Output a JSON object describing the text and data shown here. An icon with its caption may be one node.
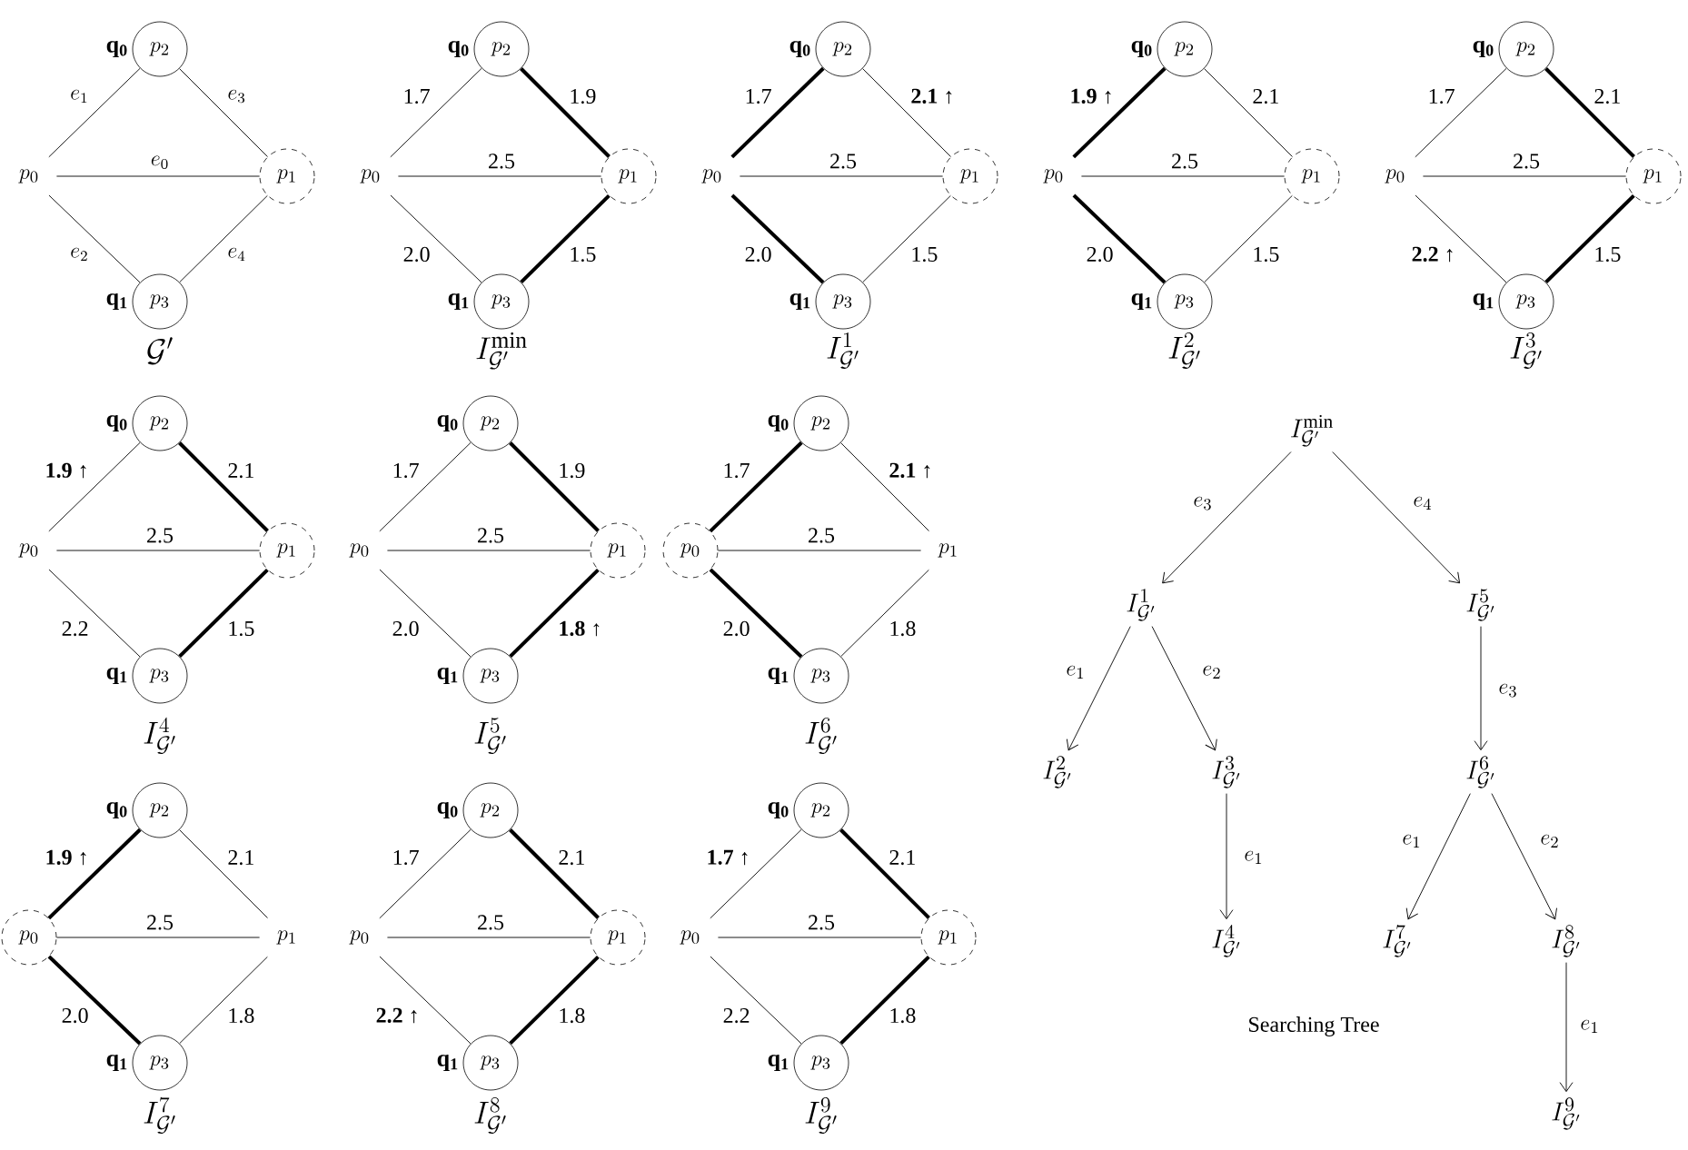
{
  "diagram": {
    "nodes": [
      {
        "text": [
          "p_2"
        ],
        "beside": [
          "\\mathbf{q_0}"
        ]
      },
      {
        "text": [
          "p_0"
        ]
      },
      {
        "text": [
          "p_1"
        ]
      },
      {
        "text": [
          "p_3"
        ],
        "beside": [
          "\\mathbf{q_1}"
        ]
      },
      {
        "text": [
          "p_2"
        ],
        "beside": [
          "\\mathbf{q_0}"
        ]
      },
      {
        "text": [
          "p_0"
        ]
      },
      {
        "text": [
          "p_1"
        ]
      },
      {
        "text": [
          "p_3"
        ],
        "beside": [
          "\\mathbf{q_1}"
        ]
      },
      {
        "text": [
          "p_2"
        ],
        "beside": [
          "\\mathbf{q_0}"
        ]
      },
      {
        "text": [
          "p_0"
        ]
      },
      {
        "text": [
          "p_1"
        ]
      },
      {
        "text": [
          "p_3"
        ],
        "beside": [
          "\\mathbf{q_1}"
        ]
      },
      {
        "text": [
          "p_2"
        ],
        "beside": [
          "\\mathbf{q_0}"
        ]
      },
      {
        "text": [
          "p_0"
        ]
      },
      {
        "text": [
          "p_1"
        ]
      },
      {
        "text": [
          "p_3"
        ],
        "beside": [
          "\\mathbf{q_1}"
        ]
      },
      {
        "text": [
          "p_2"
        ],
        "beside": [
          "\\mathbf{q_0}"
        ]
      },
      {
        "text": [
          "p_0"
        ]
      },
      {
        "text": [
          "p_1"
        ]
      },
      {
        "text": [
          "p_3"
        ],
        "beside": [
          "\\mathbf{q_1}"
        ]
      },
      {
        "text": [
          "p_2"
        ],
        "beside": [
          "\\mathbf{q_0}"
        ]
      },
      {
        "text": [
          "p_0"
        ]
      },
      {
        "text": [
          "p_1"
        ]
      },
      {
        "text": [
          "p_3"
        ],
        "beside": [
          "\\mathbf{q_1}"
        ]
      },
      {
        "text": [
          "p_2"
        ],
        "beside": [
          "\\mathbf{q_0}"
        ]
      },
      {
        "text": [
          "p_0"
        ]
      },
      {
        "text": [
          "p_1"
        ]
      },
      {
        "text": [
          "p_3"
        ],
        "beside": [
          "\\mathbf{q_1}"
        ]
      },
      {
        "text": [
          "p_2"
        ],
        "beside": [
          "\\mathbf{q_0}"
        ]
      },
      {
        "text": [
          "p_0"
        ]
      },
      {
        "text": [
          "p_1"
        ]
      },
      {
        "text": [
          "p_3"
        ],
        "beside": [
          "\\mathbf{q_1}"
        ]
      },
      {
        "text": [
          "p_2"
        ],
        "beside": [
          "\\mathbf{q_0}"
        ]
      },
      {
        "text": [
          "p_0"
        ]
      },
      {
        "text": [
          "p_1"
        ]
      },
      {
        "text": [
          "p_3"
        ],
        "beside": [
          "\\mathbf{q_1}"
        ]
      },
      {
        "text": [
          "p_2"
        ],
        "beside": [
          "\\mathbf{q_0}"
        ]
      },
      {
        "text": [
          "p_0"
        ]
      },
      {
        "text": [
          "p_1"
        ]
      },
      {
        "text": [
          "p_3"
        ],
        "beside": [
          "\\mathbf{q_1}"
        ]
      },
      {
        "text": [
          "p_2"
        ],
        "beside": [
          "\\mathbf{q_0}"
        ]
      },
      {
        "text": [
          "p_0"
        ]
      },
      {
        "text": [
          "p_1"
        ]
      },
      {
        "text": [
          "p_3"
        ],
        "beside": [
          "\\mathbf{q_1}"
        ]
      },
      {
        "text": [
          "I_{\\mathcal{G}'}^{\\min}"
        ]
      },
      {
        "text": [
          "I_{\\mathcal{G}'}^{1}"
        ]
      },
      {
        "text": [
          "I_{\\mathcal{G}'}^{5}"
        ]
      },
      {
        "text": [
          "I_{\\mathcal{G}'}^{2}"
        ]
      },
      {
        "text": [
          "I_{\\mathcal{G}'}^{3}"
        ]
      },
      {
        "text": [
          "I_{\\mathcal{G}'}^{6}"
        ]
      },
      {
        "text": [
          "I_{\\mathcal{G}'}^{4}"
        ]
      },
      {
        "text": [
          "I_{\\mathcal{G}'}^{7}"
        ]
      },
      {
        "text": [
          "I_{\\mathcal{G}'}^{8}"
        ]
      },
      {
        "text": [
          "I_{\\mathcal{G}'}^{9}"
        ]
      }
    ],
    "edges": [
      {
        "from": 1,
        "to": 0,
        "arrow": "none",
        "label": "e_1"
      },
      {
        "from": 0,
        "to": 2,
        "arrow": "none",
        "label": "e_3"
      },
      {
        "from": 1,
        "to": 2,
        "arrow": "none",
        "label": "e_0"
      },
      {
        "from": 1,
        "to": 3,
        "arrow": "none",
        "label": "e_2"
      },
      {
        "from": 3,
        "to": 2,
        "arrow": "none",
        "label": "e_4"
      },
      {
        "from": 5,
        "to": 4,
        "arrow": "none",
        "label": "1.7"
      },
      {
        "from": 4,
        "to": 6,
        "arrow": "none",
        "label": "1.9",
        "style": "thick"
      },
      {
        "from": 5,
        "to": 6,
        "arrow": "none",
        "label": "2.5"
      },
      {
        "from": 5,
        "to": 7,
        "arrow": "none",
        "label": "2.0"
      },
      {
        "from": 7,
        "to": 6,
        "arrow": "none",
        "label": "1.5",
        "style": "thick"
      },
      {
        "from": 9,
        "to": 8,
        "arrow": "none",
        "label": "1.7",
        "style": "thick"
      },
      {
        "from": 8,
        "to": 10,
        "arrow": "none",
        "label": "**2.1** ↑"
      },
      {
        "from": 9,
        "to": 10,
        "arrow": "none",
        "label": "2.5"
      },
      {
        "from": 9,
        "to": 11,
        "arrow": "none",
        "label": "2.0",
        "style": "thick"
      },
      {
        "from": 11,
        "to": 10,
        "arrow": "none",
        "label": "1.5"
      },
      {
        "from": 13,
        "to": 12,
        "arrow": "none",
        "label": "**1.9** ↑",
        "style": "thick"
      },
      {
        "from": 12,
        "to": 14,
        "arrow": "none",
        "label": "2.1"
      },
      {
        "from": 13,
        "to": 14,
        "arrow": "none",
        "label": "2.5"
      },
      {
        "from": 13,
        "to": 15,
        "arrow": "none",
        "label": "2.0",
        "style": "thick"
      },
      {
        "from": 15,
        "to": 14,
        "arrow": "none",
        "label": "1.5"
      },
      {
        "from": 17,
        "to": 16,
        "arrow": "none",
        "label": "1.7"
      },
      {
        "from": 16,
        "to": 18,
        "arrow": "none",
        "label": "2.1",
        "style": "thick"
      },
      {
        "from": 17,
        "to": 18,
        "arrow": "none",
        "label": "2.5"
      },
      {
        "from": 17,
        "to": 19,
        "arrow": "none",
        "label": "**2.2** ↑"
      },
      {
        "from": 19,
        "to": 18,
        "arrow": "none",
        "label": "1.5",
        "style": "thick"
      },
      {
        "from": 21,
        "to": 20,
        "arrow": "none",
        "label": "**1.9** ↑"
      },
      {
        "from": 20,
        "to": 22,
        "arrow": "none",
        "label": "2.1",
        "style": "thick"
      },
      {
        "from": 21,
        "to": 22,
        "arrow": "none",
        "label": "2.5"
      },
      {
        "from": 21,
        "to": 23,
        "arrow": "none",
        "label": "2.2"
      },
      {
        "from": 23,
        "to": 22,
        "arrow": "none",
        "label": "1.5",
        "style": "thick"
      },
      {
        "from": 25,
        "to": 24,
        "arrow": "none",
        "label": "1.7"
      },
      {
        "from": 24,
        "to": 26,
        "arrow": "none",
        "label": "1.9",
        "style": "thick"
      },
      {
        "from": 25,
        "to": 26,
        "arrow": "none",
        "label": "2.5"
      },
      {
        "from": 25,
        "to": 27,
        "arrow": "none",
        "label": "2.0"
      },
      {
        "from": 27,
        "to": 26,
        "arrow": "none",
        "label": "**1.8** ↑",
        "style": "thick"
      },
      {
        "from": 29,
        "to": 28,
        "arrow": "none",
        "label": "1.7",
        "style": "thick"
      },
      {
        "from": 28,
        "to": 30,
        "arrow": "none",
        "label": "**2.1** ↑"
      },
      {
        "from": 29,
        "to": 30,
        "arrow": "none",
        "label": "2.5"
      },
      {
        "from": 29,
        "to": 31,
        "arrow": "none",
        "label": "2.0",
        "style": "thick"
      },
      {
        "from": 31,
        "to": 30,
        "arrow": "none",
        "label": "1.8"
      },
      {
        "from": 33,
        "to": 32,
        "arrow": "none",
        "label": "**1.9** ↑",
        "style": "thick"
      },
      {
        "from": 32,
        "to": 34,
        "arrow": "none",
        "label": "2.1"
      },
      {
        "from": 33,
        "to": 34,
        "arrow": "none",
        "label": "2.5"
      },
      {
        "from": 33,
        "to": 35,
        "arrow": "none",
        "label": "2.0",
        "style": "thick"
      },
      {
        "from": 35,
        "to": 34,
        "arrow": "none",
        "label": "1.8"
      },
      {
        "from": 37,
        "to": 36,
        "arrow": "none",
        "label": "1.7"
      },
      {
        "from": 36,
        "to": 38,
        "arrow": "none",
        "label": "2.1",
        "style": "thick"
      },
      {
        "from": 37,
        "to": 38,
        "arrow": "none",
        "label": "2.5"
      },
      {
        "from": 37,
        "to": 39,
        "arrow": "none",
        "label": "**2.2** ↑"
      },
      {
        "from": 39,
        "to": 38,
        "arrow": "none",
        "label": "1.8",
        "style": "thick"
      },
      {
        "from": 41,
        "to": 40,
        "arrow": "none",
        "label": "**1.7** ↑"
      },
      {
        "from": 40,
        "to": 42,
        "arrow": "none",
        "label": "2.1",
        "style": "thick"
      },
      {
        "from": 41,
        "to": 42,
        "arrow": "none",
        "label": "2.5"
      },
      {
        "from": 41,
        "to": 43,
        "arrow": "none",
        "label": "2.2"
      },
      {
        "from": 43,
        "to": 42,
        "arrow": "none",
        "label": "1.8",
        "style": "thick"
      },
      {
        "from": 44,
        "to": 45,
        "arrow": "to",
        "label": "e_3"
      },
      {
        "from": 44,
        "to": 46,
        "arrow": "to",
        "label": "e_4"
      },
      {
        "from": 45,
        "to": 47,
        "arrow": "to",
        "label": "e_1"
      },
      {
        "from": 45,
        "to": 48,
        "arrow": "to",
        "label": "e_2"
      },
      {
        "from": 46,
        "to": 49,
        "arrow": "to",
        "label": "e_3"
      },
      {
        "from": 48,
        "to": 50,
        "arrow": "to",
        "label": "e_1"
      },
      {
        "from": 49,
        "to": 51,
        "arrow": "to",
        "label": "e_1"
      },
      {
        "from": 49,
        "to": 52,
        "arrow": "to",
        "label": "e_2"
      },
      {
        "from": 52,
        "to": 53,
        "arrow": "to",
        "label": "e_1"
      }
    ],
    "labels": [
      "\\mathcal{G}'",
      "I_{\\mathcal{G}'}^{\\min}",
      "I_{\\mathcal{G}'}^{1}",
      "I_{\\mathcal{G}'}^{2}",
      "I_{\\mathcal{G}'}^{3}",
      "I_{\\mathcal{G}'}^{4}",
      "I_{\\mathcal{G}'}^{5}",
      "I_{\\mathcal{G}'}^{6}",
      "I_{\\mathcal{G}'}^{7}",
      "I_{\\mathcal{G}'}^{8}",
      "I_{\\mathcal{G}'}^{9}",
      "Searching Tree"
    ]
  }
}
